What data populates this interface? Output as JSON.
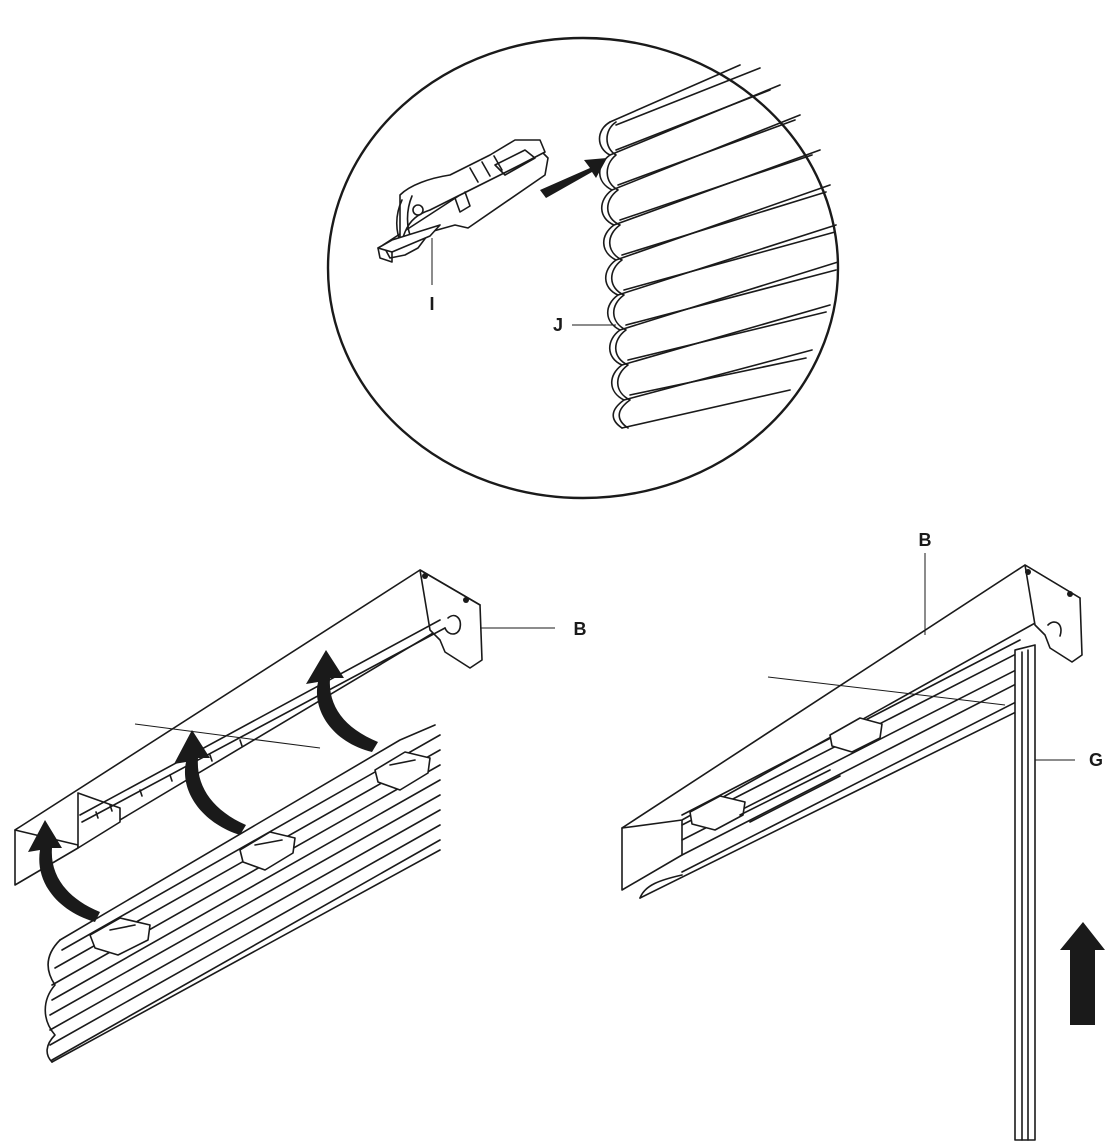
{
  "labels": {
    "I": "I",
    "J": "J",
    "B_left": "B",
    "B_right": "B",
    "G": "G"
  },
  "colors": {
    "ink": "#1a1a1a",
    "paper": "#ffffff"
  }
}
